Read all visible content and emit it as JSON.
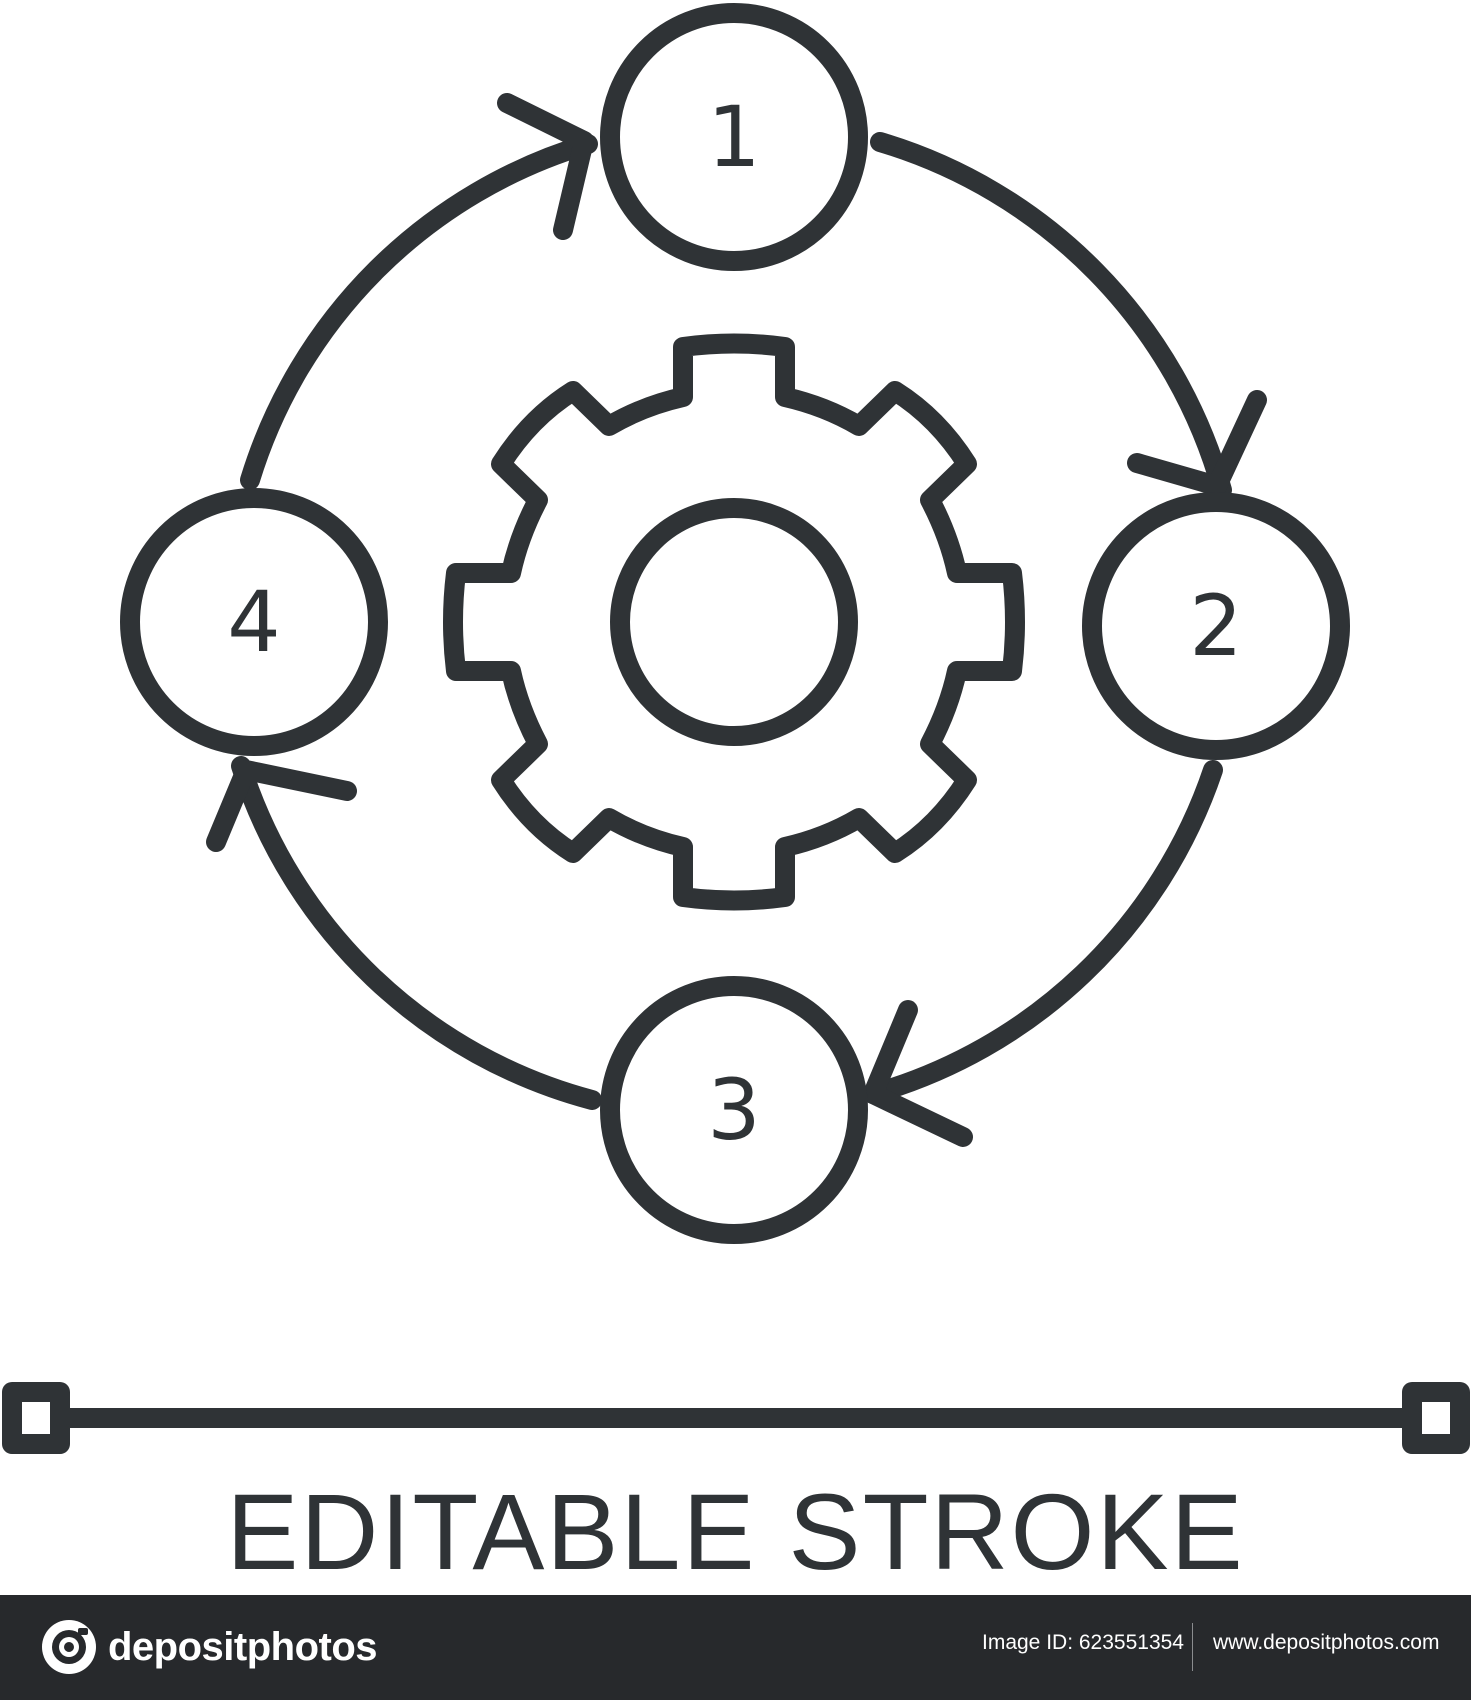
{
  "diagram": {
    "nodes": [
      {
        "id": "1",
        "label": "1"
      },
      {
        "id": "2",
        "label": "2"
      },
      {
        "id": "3",
        "label": "3"
      },
      {
        "id": "4",
        "label": "4"
      }
    ],
    "edges": [
      {
        "from": "1",
        "to": "2"
      },
      {
        "from": "2",
        "to": "3"
      },
      {
        "from": "3",
        "to": "4"
      },
      {
        "from": "4",
        "to": "1"
      }
    ],
    "center_icon": "gear-icon",
    "stroke_color": "#2f3336"
  },
  "caption": "EDITABLE STROKE",
  "footer": {
    "brand": "depositphotos",
    "image_id": "Image ID: 623551354",
    "site_url": "www.depositphotos.com",
    "background_color": "#27292c"
  }
}
